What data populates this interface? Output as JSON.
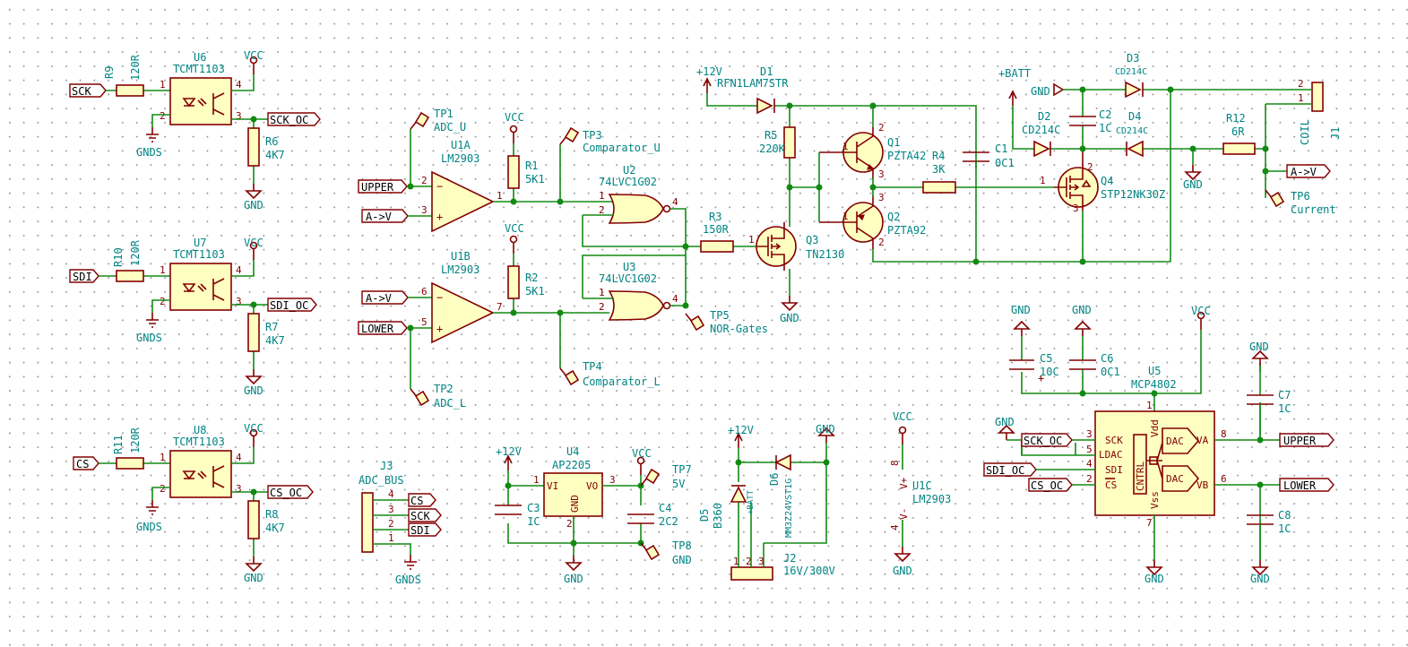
{
  "power": {
    "vcc": "VCC",
    "gnd": "GND",
    "gnds": "GNDS",
    "p12": "+12V",
    "batt": "+BATT"
  },
  "labels": {
    "sck": "SCK",
    "sdi": "SDI",
    "cs": "CS",
    "sck_oc": "SCK_OC",
    "sdi_oc": "SDI_OC",
    "cs_oc": "CS_OC",
    "upper": "UPPER",
    "lower": "LOWER",
    "av": "A->V"
  },
  "parts": {
    "R9": {
      "ref": "R9",
      "val": "120R"
    },
    "R10": {
      "ref": "R10",
      "val": "120R"
    },
    "R11": {
      "ref": "R11",
      "val": "120R"
    },
    "U6": {
      "ref": "U6",
      "val": "TCMT1103"
    },
    "U7": {
      "ref": "U7",
      "val": "TCMT1103"
    },
    "U8": {
      "ref": "U8",
      "val": "TCMT1103"
    },
    "R6": {
      "ref": "R6",
      "val": "4K7"
    },
    "R7": {
      "ref": "R7",
      "val": "4K7"
    },
    "R8": {
      "ref": "R8",
      "val": "4K7"
    },
    "U1A": {
      "ref": "U1A",
      "val": "LM2903"
    },
    "U1B": {
      "ref": "U1B",
      "val": "LM2903"
    },
    "U1C": {
      "ref": "U1C",
      "val": "LM2903"
    },
    "R1": {
      "ref": "R1",
      "val": "5K1"
    },
    "R2": {
      "ref": "R2",
      "val": "5K1"
    },
    "U2": {
      "ref": "U2",
      "val": "74LVC1G02"
    },
    "U3": {
      "ref": "U3",
      "val": "74LVC1G02"
    },
    "R3": {
      "ref": "R3",
      "val": "150R"
    },
    "Q3": {
      "ref": "Q3",
      "val": "TN2130"
    },
    "D1": {
      "ref": "D1",
      "val": "RFN1LAM7STR"
    },
    "R5": {
      "ref": "R5",
      "val": "220K"
    },
    "Q1": {
      "ref": "Q1",
      "val": "PZTA42"
    },
    "Q2": {
      "ref": "Q2",
      "val": "PZTA92"
    },
    "R4": {
      "ref": "R4",
      "val": "3K"
    },
    "C1": {
      "ref": "C1",
      "val": "0C1"
    },
    "D2": {
      "ref": "D2",
      "val": "CD214C"
    },
    "D3": {
      "ref": "D3",
      "val": "CD214C"
    },
    "D4": {
      "ref": "D4",
      "val": "CD214C"
    },
    "C2": {
      "ref": "C2",
      "val": "1C"
    },
    "Q4": {
      "ref": "Q4",
      "val": "STP12NK30Z"
    },
    "R12": {
      "ref": "R12",
      "val": "6R"
    },
    "J1": {
      "ref": "J1",
      "val": "COIL"
    },
    "TP1": {
      "ref": "TP1",
      "val": "ADC_U"
    },
    "TP2": {
      "ref": "TP2",
      "val": "ADC_L"
    },
    "TP3": {
      "ref": "TP3",
      "val": "Comparator_U"
    },
    "TP4": {
      "ref": "TP4",
      "val": "Comparator_L"
    },
    "TP5": {
      "ref": "TP5",
      "val": "NOR-Gates"
    },
    "TP6": {
      "ref": "TP6",
      "val": "Current"
    },
    "TP7": {
      "ref": "TP7",
      "val": "5V"
    },
    "TP8": {
      "ref": "TP8",
      "val": "GND"
    },
    "J3": {
      "ref": "J3",
      "val": "ADC_BUS"
    },
    "U4": {
      "ref": "U4",
      "val": "AP2205"
    },
    "C3": {
      "ref": "C3",
      "val": "1C"
    },
    "C4": {
      "ref": "C4",
      "val": "2C2"
    },
    "D5": {
      "ref": "D5",
      "val": "B360"
    },
    "D6": {
      "ref": "D6",
      "val": "MM3Z24VST1G"
    },
    "J2": {
      "ref": "J2",
      "val": "16V/300V"
    },
    "C5": {
      "ref": "C5",
      "val": "10C"
    },
    "C6": {
      "ref": "C6",
      "val": "0C1"
    },
    "U5": {
      "ref": "U5",
      "val": "MCP4802"
    },
    "C7": {
      "ref": "C7",
      "val": "1C"
    },
    "C8": {
      "ref": "C8",
      "val": "1C"
    }
  },
  "pins": {
    "vi": "VI",
    "vo": "VO",
    "gnd": "GND",
    "vdd": "Vdd",
    "vss": "Vss",
    "dac": "DAC",
    "cntrl": "CNTRL",
    "va": "VA",
    "vb": "VB",
    "sck": "SCK",
    "ldac": "LDAC",
    "sdi": "SDI",
    "cs": "CS",
    "vplus": "V+",
    "vminus": "V-"
  },
  "pin_numbers": {
    "p1": "1",
    "p2": "2",
    "p3": "3",
    "p4": "4",
    "p5": "5",
    "p6": "6",
    "p7": "7",
    "p8": "8"
  }
}
